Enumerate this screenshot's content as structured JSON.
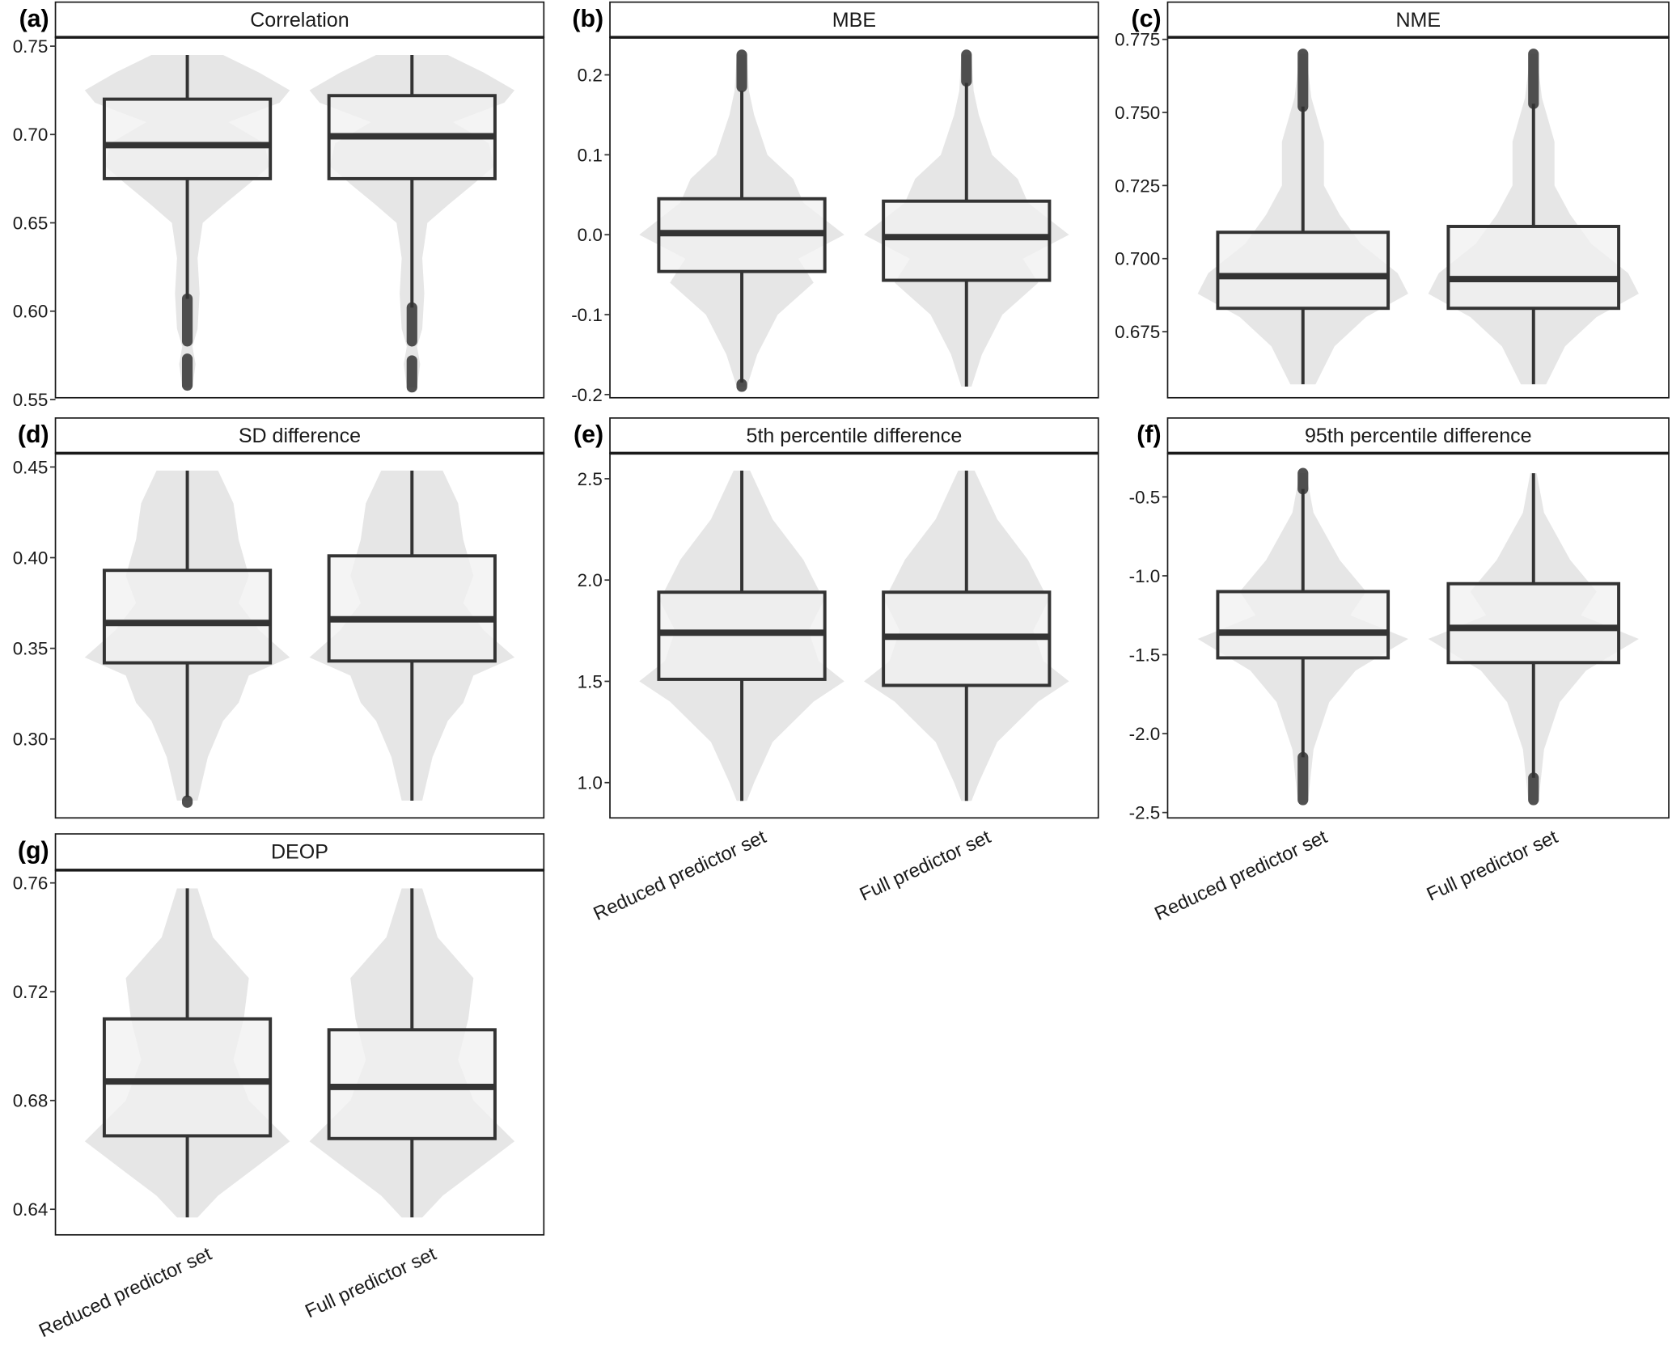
{
  "colors": {
    "violin": "#e6e6e6",
    "box_fill": "#f0f0f0",
    "stroke": "#333333",
    "outlier": "#333333"
  },
  "chart_data": [
    {
      "type": "box-violin",
      "panel": "(a)",
      "title": "Correlation",
      "categories": [
        "Reduced predictor set",
        "Full predictor set"
      ],
      "ylim": [
        0.551,
        0.755
      ],
      "yticks": [
        0.55,
        0.6,
        0.65,
        0.7,
        0.75
      ],
      "ytick_labels": [
        "0.55",
        "0.60",
        "0.65",
        "0.70",
        "0.75"
      ],
      "show_xlabels": false,
      "boxes": [
        {
          "min": 0.607,
          "q1": 0.675,
          "median": 0.694,
          "q3": 0.72,
          "max": 0.745,
          "outlier_ranges": [
            [
              0.583,
              0.607
            ],
            [
              0.558,
              0.573
            ]
          ]
        },
        {
          "min": 0.602,
          "q1": 0.675,
          "median": 0.699,
          "q3": 0.722,
          "max": 0.745,
          "outlier_ranges": [
            [
              0.583,
              0.602
            ],
            [
              0.557,
              0.572
            ]
          ]
        }
      ],
      "density": [
        [
          0.745,
          0.35
        ],
        [
          0.735,
          0.7
        ],
        [
          0.725,
          1.0
        ],
        [
          0.718,
          0.9
        ],
        [
          0.707,
          0.4
        ],
        [
          0.695,
          0.75
        ],
        [
          0.682,
          0.8
        ],
        [
          0.672,
          0.6
        ],
        [
          0.66,
          0.35
        ],
        [
          0.65,
          0.15
        ],
        [
          0.63,
          0.1
        ],
        [
          0.61,
          0.12
        ],
        [
          0.59,
          0.1
        ],
        [
          0.58,
          0.05
        ],
        [
          0.57,
          0.08
        ],
        [
          0.557,
          0.05
        ]
      ]
    },
    {
      "type": "box-violin",
      "panel": "(b)",
      "title": "MBE",
      "categories": [
        "Reduced predictor set",
        "Full predictor set"
      ],
      "ylim": [
        -0.204,
        0.247
      ],
      "yticks": [
        -0.2,
        -0.1,
        0.0,
        0.1,
        0.2
      ],
      "ytick_labels": [
        "-0.2",
        "-0.1",
        "0.0",
        "0.1",
        "0.2"
      ],
      "show_xlabels": true,
      "boxes": [
        {
          "min": -0.185,
          "q1": -0.046,
          "median": 0.002,
          "q3": 0.045,
          "max": 0.18,
          "outlier_ranges": [
            [
              0.185,
              0.225
            ],
            [
              -0.19,
              -0.187
            ]
          ]
        },
        {
          "min": -0.19,
          "q1": -0.057,
          "median": -0.003,
          "q3": 0.042,
          "max": 0.19,
          "outlier_ranges": [
            [
              0.192,
              0.225
            ]
          ]
        }
      ],
      "density": [
        [
          0.225,
          0.05
        ],
        [
          0.18,
          0.07
        ],
        [
          0.15,
          0.12
        ],
        [
          0.1,
          0.25
        ],
        [
          0.07,
          0.5
        ],
        [
          0.04,
          0.6
        ],
        [
          0.0,
          1.0
        ],
        [
          -0.03,
          0.55
        ],
        [
          -0.06,
          0.7
        ],
        [
          -0.1,
          0.35
        ],
        [
          -0.15,
          0.15
        ],
        [
          -0.19,
          0.05
        ]
      ]
    },
    {
      "type": "box-violin",
      "panel": "(c)",
      "title": "NME",
      "categories": [
        "Reduced predictor set",
        "Full predictor set"
      ],
      "ylim": [
        0.6524,
        0.7757
      ],
      "yticks": [
        0.675,
        0.7,
        0.725,
        0.75,
        0.775
      ],
      "ytick_labels": [
        "0.675",
        "0.700",
        "0.725",
        "0.750",
        "0.775"
      ],
      "show_xlabels": true,
      "boxes": [
        {
          "min": 0.657,
          "q1": 0.683,
          "median": 0.694,
          "q3": 0.709,
          "max": 0.752,
          "outlier_ranges": [
            [
              0.752,
              0.77
            ]
          ]
        },
        {
          "min": 0.657,
          "q1": 0.683,
          "median": 0.693,
          "q3": 0.711,
          "max": 0.753,
          "outlier_ranges": [
            [
              0.753,
              0.77
            ]
          ]
        }
      ],
      "density": [
        [
          0.77,
          0.03
        ],
        [
          0.755,
          0.08
        ],
        [
          0.74,
          0.2
        ],
        [
          0.725,
          0.2
        ],
        [
          0.715,
          0.35
        ],
        [
          0.705,
          0.55
        ],
        [
          0.695,
          0.9
        ],
        [
          0.688,
          1.0
        ],
        [
          0.68,
          0.6
        ],
        [
          0.67,
          0.3
        ],
        [
          0.657,
          0.12
        ]
      ]
    },
    {
      "type": "box-violin",
      "panel": "(d)",
      "title": "SD difference",
      "categories": [
        "Reduced predictor set",
        "Full predictor set"
      ],
      "ylim": [
        0.2565,
        0.4576
      ],
      "yticks": [
        0.3,
        0.35,
        0.4,
        0.45
      ],
      "ytick_labels": [
        "0.30",
        "0.35",
        "0.40",
        "0.45"
      ],
      "show_xlabels": false,
      "boxes": [
        {
          "min": 0.268,
          "q1": 0.342,
          "median": 0.364,
          "q3": 0.393,
          "max": 0.448,
          "outlier_ranges": [
            [
              0.265,
              0.266
            ]
          ]
        },
        {
          "min": 0.266,
          "q1": 0.343,
          "median": 0.366,
          "q3": 0.401,
          "max": 0.448,
          "outlier_ranges": []
        }
      ],
      "density": [
        [
          0.448,
          0.3
        ],
        [
          0.43,
          0.45
        ],
        [
          0.41,
          0.5
        ],
        [
          0.39,
          0.6
        ],
        [
          0.375,
          0.5
        ],
        [
          0.36,
          0.7
        ],
        [
          0.345,
          1.0
        ],
        [
          0.335,
          0.6
        ],
        [
          0.32,
          0.5
        ],
        [
          0.31,
          0.35
        ],
        [
          0.29,
          0.2
        ],
        [
          0.266,
          0.1
        ]
      ]
    },
    {
      "type": "box-violin",
      "panel": "(e)",
      "title": "5th percentile difference",
      "categories": [
        "Reduced predictor set",
        "Full predictor set"
      ],
      "ylim": [
        0.826,
        2.626
      ],
      "yticks": [
        1.0,
        1.5,
        2.0,
        2.5
      ],
      "ytick_labels": [
        "1.0",
        "1.5",
        "2.0",
        "2.5"
      ],
      "show_xlabels": false,
      "boxes": [
        {
          "min": 0.91,
          "q1": 1.51,
          "median": 1.74,
          "q3": 1.94,
          "max": 2.54,
          "outlier_ranges": []
        },
        {
          "min": 0.91,
          "q1": 1.48,
          "median": 1.72,
          "q3": 1.94,
          "max": 2.54,
          "outlier_ranges": []
        }
      ],
      "density": [
        [
          2.54,
          0.08
        ],
        [
          2.3,
          0.3
        ],
        [
          2.1,
          0.6
        ],
        [
          1.9,
          0.8
        ],
        [
          1.75,
          0.65
        ],
        [
          1.6,
          0.75
        ],
        [
          1.5,
          1.0
        ],
        [
          1.4,
          0.7
        ],
        [
          1.2,
          0.3
        ],
        [
          1.0,
          0.12
        ],
        [
          0.91,
          0.05
        ]
      ]
    },
    {
      "type": "box-violin",
      "panel": "(f)",
      "title": "95th percentile difference",
      "categories": [
        "Reduced predictor set",
        "Full predictor set"
      ],
      "ylim": [
        -2.534,
        -0.223
      ],
      "yticks": [
        -2.5,
        -2.0,
        -1.5,
        -1.0,
        -0.5
      ],
      "ytick_labels": [
        "-2.5",
        "-2.0",
        "-1.5",
        "-1.0",
        "-0.5"
      ],
      "show_xlabels": false,
      "boxes": [
        {
          "min": -2.15,
          "q1": -1.52,
          "median": -1.36,
          "q3": -1.1,
          "max": -0.45,
          "outlier_ranges": [
            [
              -0.45,
              -0.35
            ],
            [
              -2.42,
              -2.15
            ]
          ]
        },
        {
          "min": -2.28,
          "q1": -1.55,
          "median": -1.33,
          "q3": -1.05,
          "max": -0.35,
          "outlier_ranges": [
            [
              -2.42,
              -2.28
            ]
          ]
        }
      ],
      "density": [
        [
          -0.35,
          0.03
        ],
        [
          -0.6,
          0.1
        ],
        [
          -0.9,
          0.35
        ],
        [
          -1.1,
          0.6
        ],
        [
          -1.25,
          0.45
        ],
        [
          -1.4,
          1.0
        ],
        [
          -1.6,
          0.5
        ],
        [
          -1.8,
          0.25
        ],
        [
          -2.1,
          0.1
        ],
        [
          -2.42,
          0.05
        ]
      ]
    },
    {
      "type": "box-violin",
      "panel": "(g)",
      "title": "DEOP",
      "categories": [
        "Reduced predictor set",
        "Full predictor set"
      ],
      "ylim": [
        0.6306,
        0.7647
      ],
      "yticks": [
        0.64,
        0.68,
        0.72,
        0.76
      ],
      "ytick_labels": [
        "0.64",
        "0.68",
        "0.72",
        "0.76"
      ],
      "show_xlabels": true,
      "boxes": [
        {
          "min": 0.637,
          "q1": 0.667,
          "median": 0.687,
          "q3": 0.71,
          "max": 0.758,
          "outlier_ranges": []
        },
        {
          "min": 0.637,
          "q1": 0.666,
          "median": 0.685,
          "q3": 0.706,
          "max": 0.758,
          "outlier_ranges": []
        }
      ],
      "density": [
        [
          0.758,
          0.1
        ],
        [
          0.74,
          0.25
        ],
        [
          0.725,
          0.6
        ],
        [
          0.71,
          0.55
        ],
        [
          0.695,
          0.45
        ],
        [
          0.68,
          0.6
        ],
        [
          0.665,
          1.0
        ],
        [
          0.655,
          0.65
        ],
        [
          0.645,
          0.3
        ],
        [
          0.637,
          0.1
        ]
      ]
    }
  ]
}
